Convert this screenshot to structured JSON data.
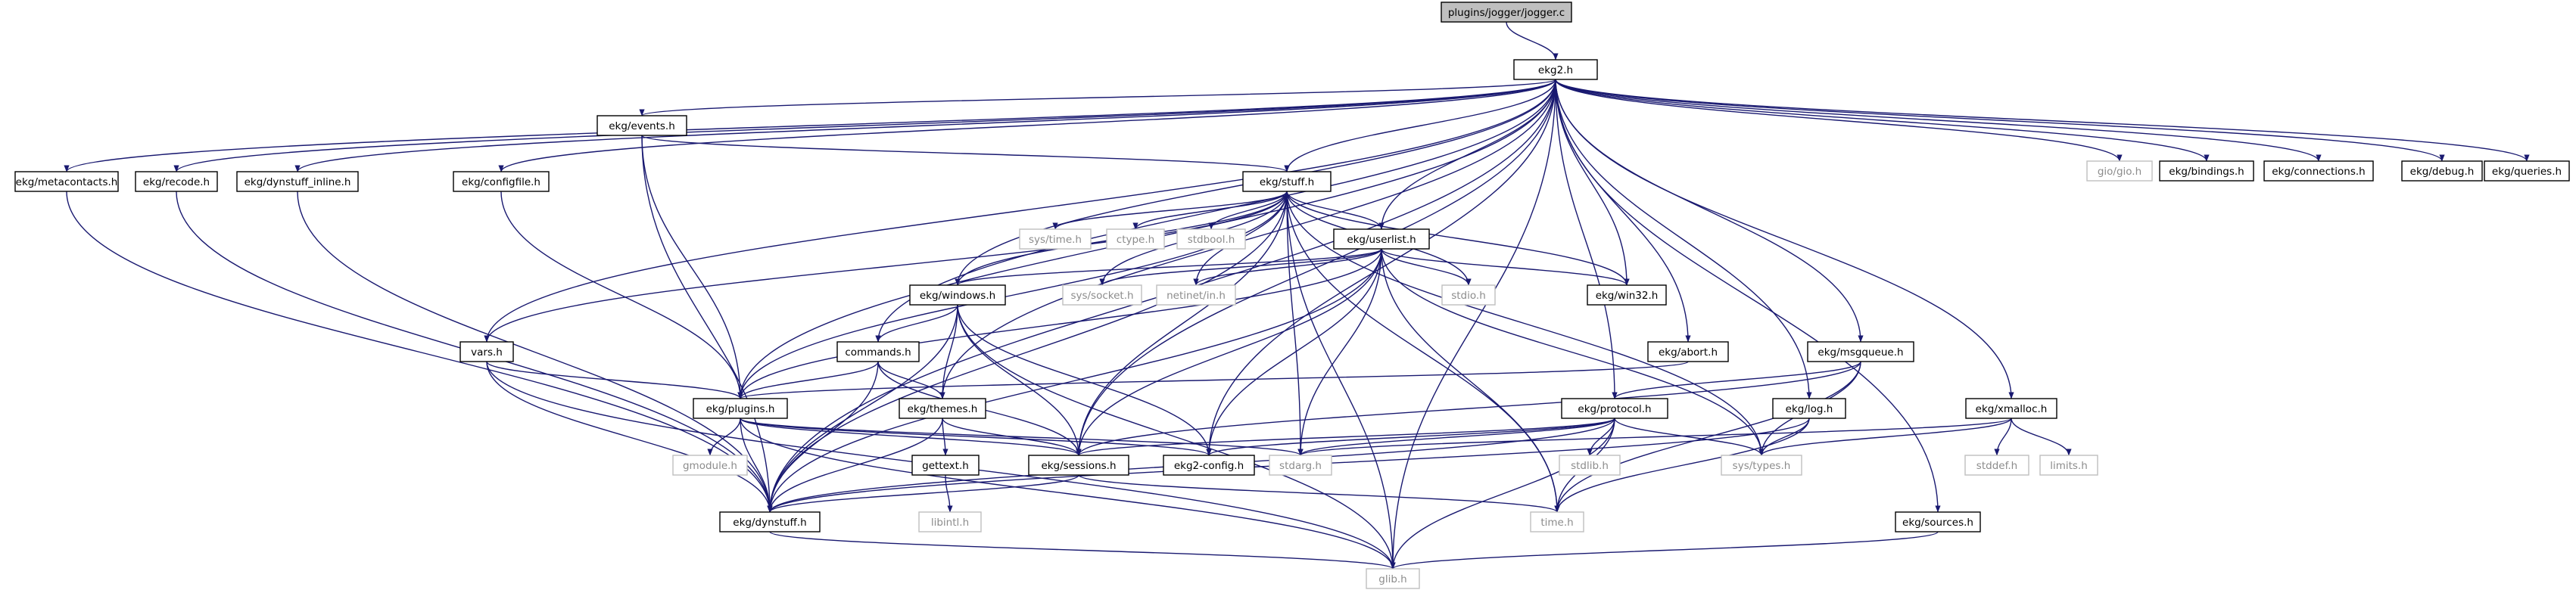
{
  "colors": {
    "edge": "#191970",
    "node_border": "#000000",
    "missing_border": "#bfbfbf",
    "root_fill": "#bfbfbf",
    "text": "#000000",
    "missing_text": "#8c8c8c"
  },
  "nodes": [
    {
      "id": "root",
      "label": "plugins/jogger/jogger.c",
      "kind": "root"
    },
    {
      "id": "ekg2",
      "label": "ekg2.h",
      "kind": "header"
    },
    {
      "id": "metacontacts",
      "label": "ekg/metacontacts.h",
      "kind": "header"
    },
    {
      "id": "recode",
      "label": "ekg/recode.h",
      "kind": "header"
    },
    {
      "id": "dynstuff_inline",
      "label": "ekg/dynstuff_inline.h",
      "kind": "header"
    },
    {
      "id": "events",
      "label": "ekg/events.h",
      "kind": "header"
    },
    {
      "id": "configfile",
      "label": "ekg/configfile.h",
      "kind": "header"
    },
    {
      "id": "stuff",
      "label": "ekg/stuff.h",
      "kind": "header"
    },
    {
      "id": "giogio",
      "label": "gio/gio.h",
      "kind": "missing"
    },
    {
      "id": "bindings",
      "label": "ekg/bindings.h",
      "kind": "header"
    },
    {
      "id": "connections",
      "label": "ekg/connections.h",
      "kind": "header"
    },
    {
      "id": "debug",
      "label": "ekg/debug.h",
      "kind": "header"
    },
    {
      "id": "queries",
      "label": "ekg/queries.h",
      "kind": "header"
    },
    {
      "id": "systime",
      "label": "sys/time.h",
      "kind": "missing"
    },
    {
      "id": "ctype",
      "label": "ctype.h",
      "kind": "missing"
    },
    {
      "id": "stdbool",
      "label": "stdbool.h",
      "kind": "missing"
    },
    {
      "id": "userlist",
      "label": "ekg/userlist.h",
      "kind": "header"
    },
    {
      "id": "windows",
      "label": "ekg/windows.h",
      "kind": "header"
    },
    {
      "id": "syssocket",
      "label": "sys/socket.h",
      "kind": "missing"
    },
    {
      "id": "netinet",
      "label": "netinet/in.h",
      "kind": "missing"
    },
    {
      "id": "stdio",
      "label": "stdio.h",
      "kind": "missing"
    },
    {
      "id": "win32",
      "label": "ekg/win32.h",
      "kind": "header"
    },
    {
      "id": "vars",
      "label": "vars.h",
      "kind": "header"
    },
    {
      "id": "commands",
      "label": "commands.h",
      "kind": "header"
    },
    {
      "id": "abort",
      "label": "ekg/abort.h",
      "kind": "header"
    },
    {
      "id": "msgqueue",
      "label": "ekg/msgqueue.h",
      "kind": "header"
    },
    {
      "id": "plugins",
      "label": "ekg/plugins.h",
      "kind": "header"
    },
    {
      "id": "themes",
      "label": "ekg/themes.h",
      "kind": "header"
    },
    {
      "id": "protocol",
      "label": "ekg/protocol.h",
      "kind": "header"
    },
    {
      "id": "log",
      "label": "ekg/log.h",
      "kind": "header"
    },
    {
      "id": "xmalloc",
      "label": "ekg/xmalloc.h",
      "kind": "header"
    },
    {
      "id": "gmodule",
      "label": "gmodule.h",
      "kind": "missing"
    },
    {
      "id": "gettext",
      "label": "gettext.h",
      "kind": "header"
    },
    {
      "id": "sessions",
      "label": "ekg/sessions.h",
      "kind": "header"
    },
    {
      "id": "ekg2config",
      "label": "ekg2-config.h",
      "kind": "header"
    },
    {
      "id": "stdarg",
      "label": "stdarg.h",
      "kind": "missing"
    },
    {
      "id": "stdlib",
      "label": "stdlib.h",
      "kind": "missing"
    },
    {
      "id": "systypes",
      "label": "sys/types.h",
      "kind": "missing"
    },
    {
      "id": "stddef",
      "label": "stddef.h",
      "kind": "missing"
    },
    {
      "id": "limits",
      "label": "limits.h",
      "kind": "missing"
    },
    {
      "id": "libintl",
      "label": "libintl.h",
      "kind": "missing"
    },
    {
      "id": "dynstuff",
      "label": "ekg/dynstuff.h",
      "kind": "header"
    },
    {
      "id": "timeh",
      "label": "time.h",
      "kind": "missing"
    },
    {
      "id": "sources",
      "label": "ekg/sources.h",
      "kind": "header"
    },
    {
      "id": "glib",
      "label": "glib.h",
      "kind": "missing"
    }
  ],
  "edges": [
    [
      "root",
      "ekg2"
    ],
    [
      "ekg2",
      "metacontacts"
    ],
    [
      "ekg2",
      "recode"
    ],
    [
      "ekg2",
      "dynstuff_inline"
    ],
    [
      "ekg2",
      "events"
    ],
    [
      "ekg2",
      "configfile"
    ],
    [
      "ekg2",
      "stuff"
    ],
    [
      "ekg2",
      "giogio"
    ],
    [
      "ekg2",
      "bindings"
    ],
    [
      "ekg2",
      "connections"
    ],
    [
      "ekg2",
      "debug"
    ],
    [
      "ekg2",
      "queries"
    ],
    [
      "ekg2",
      "userlist"
    ],
    [
      "ekg2",
      "windows"
    ],
    [
      "ekg2",
      "win32"
    ],
    [
      "ekg2",
      "vars"
    ],
    [
      "ekg2",
      "commands"
    ],
    [
      "ekg2",
      "abort"
    ],
    [
      "ekg2",
      "msgqueue"
    ],
    [
      "ekg2",
      "plugins"
    ],
    [
      "ekg2",
      "themes"
    ],
    [
      "ekg2",
      "protocol"
    ],
    [
      "ekg2",
      "log"
    ],
    [
      "ekg2",
      "xmalloc"
    ],
    [
      "ekg2",
      "sessions"
    ],
    [
      "ekg2",
      "ekg2config"
    ],
    [
      "ekg2",
      "dynstuff"
    ],
    [
      "ekg2",
      "sources"
    ],
    [
      "ekg2",
      "glib"
    ],
    [
      "metacontacts",
      "dynstuff"
    ],
    [
      "recode",
      "dynstuff"
    ],
    [
      "dynstuff_inline",
      "dynstuff"
    ],
    [
      "events",
      "stuff"
    ],
    [
      "events",
      "plugins"
    ],
    [
      "events",
      "dynstuff"
    ],
    [
      "configfile",
      "plugins"
    ],
    [
      "stuff",
      "systime"
    ],
    [
      "stuff",
      "ctype"
    ],
    [
      "stuff",
      "stdbool"
    ],
    [
      "stuff",
      "userlist"
    ],
    [
      "stuff",
      "windows"
    ],
    [
      "stuff",
      "syssocket"
    ],
    [
      "stuff",
      "netinet"
    ],
    [
      "stuff",
      "stdio"
    ],
    [
      "stuff",
      "win32"
    ],
    [
      "stuff",
      "vars"
    ],
    [
      "stuff",
      "plugins"
    ],
    [
      "stuff",
      "sessions"
    ],
    [
      "stuff",
      "stdarg"
    ],
    [
      "stuff",
      "systypes"
    ],
    [
      "stuff",
      "dynstuff"
    ],
    [
      "stuff",
      "timeh"
    ],
    [
      "stuff",
      "glib"
    ],
    [
      "userlist",
      "syssocket"
    ],
    [
      "userlist",
      "netinet"
    ],
    [
      "userlist",
      "stdio"
    ],
    [
      "userlist",
      "win32"
    ],
    [
      "userlist",
      "windows"
    ],
    [
      "userlist",
      "plugins"
    ],
    [
      "userlist",
      "sessions"
    ],
    [
      "userlist",
      "ekg2config"
    ],
    [
      "userlist",
      "stdarg"
    ],
    [
      "userlist",
      "systypes"
    ],
    [
      "userlist",
      "timeh"
    ],
    [
      "userlist",
      "dynstuff"
    ],
    [
      "windows",
      "commands"
    ],
    [
      "windows",
      "themes"
    ],
    [
      "windows",
      "sessions"
    ],
    [
      "windows",
      "ekg2config"
    ],
    [
      "windows",
      "dynstuff"
    ],
    [
      "windows",
      "glib"
    ],
    [
      "vars",
      "plugins"
    ],
    [
      "vars",
      "dynstuff"
    ],
    [
      "vars",
      "glib"
    ],
    [
      "commands",
      "plugins"
    ],
    [
      "commands",
      "themes"
    ],
    [
      "commands",
      "sessions"
    ],
    [
      "commands",
      "dynstuff"
    ],
    [
      "abort",
      "plugins"
    ],
    [
      "msgqueue",
      "protocol"
    ],
    [
      "msgqueue",
      "sessions"
    ],
    [
      "msgqueue",
      "systypes"
    ],
    [
      "msgqueue",
      "timeh"
    ],
    [
      "plugins",
      "gmodule"
    ],
    [
      "plugins",
      "sessions"
    ],
    [
      "plugins",
      "ekg2config"
    ],
    [
      "plugins",
      "stdarg"
    ],
    [
      "plugins",
      "dynstuff"
    ],
    [
      "plugins",
      "glib"
    ],
    [
      "themes",
      "gettext"
    ],
    [
      "themes",
      "sessions"
    ],
    [
      "themes",
      "dynstuff"
    ],
    [
      "protocol",
      "sessions"
    ],
    [
      "protocol",
      "ekg2config"
    ],
    [
      "protocol",
      "stdarg"
    ],
    [
      "protocol",
      "stdlib"
    ],
    [
      "protocol",
      "systypes"
    ],
    [
      "protocol",
      "timeh"
    ],
    [
      "protocol",
      "dynstuff"
    ],
    [
      "protocol",
      "glib"
    ],
    [
      "log",
      "systypes"
    ],
    [
      "log",
      "timeh"
    ],
    [
      "log",
      "dynstuff"
    ],
    [
      "xmalloc",
      "stddef"
    ],
    [
      "xmalloc",
      "limits"
    ],
    [
      "xmalloc",
      "stdarg"
    ],
    [
      "xmalloc",
      "systypes"
    ],
    [
      "gettext",
      "libintl"
    ],
    [
      "sessions",
      "dynstuff"
    ],
    [
      "sessions",
      "timeh"
    ],
    [
      "dynstuff",
      "glib"
    ],
    [
      "sources",
      "glib"
    ]
  ]
}
